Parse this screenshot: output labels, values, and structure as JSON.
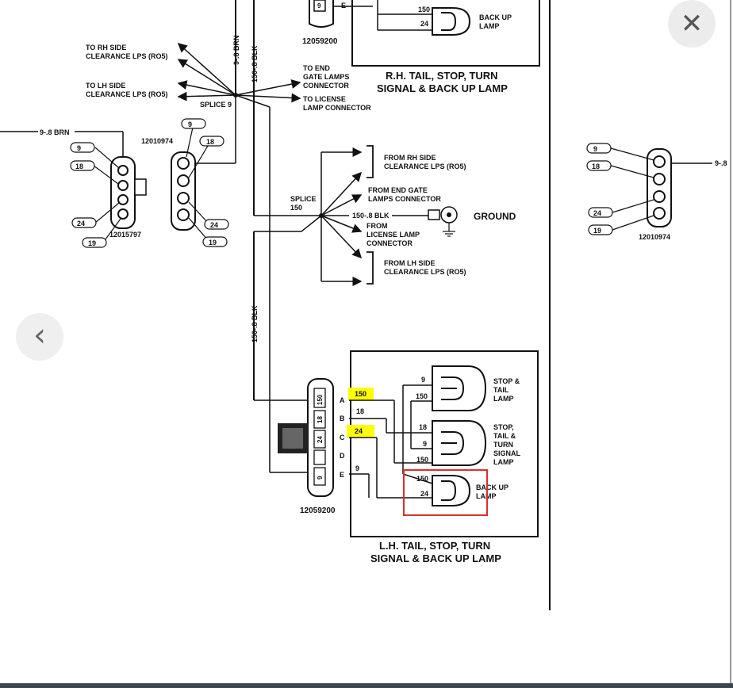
{
  "ui": {
    "close_glyph": "✕",
    "prev_glyph": "‹"
  },
  "rh": {
    "connector_top_pin": "9",
    "connector_top_letter": "E",
    "connector_part": "12059200",
    "backup_lamp_wire_top": "150",
    "backup_lamp_wire_bottom": "24",
    "backup_lamp_label": [
      "BACK UP",
      "LAMP"
    ],
    "title": [
      "R.H. TAIL, STOP, TURN",
      "SIGNAL & BACK UP LAMP"
    ]
  },
  "harness": {
    "brn_wire_vertical": "9-.8 BRN",
    "blk_wire_vertical": "150-.8 BLK",
    "to_rh_side": [
      "TO RH SIDE",
      "CLEARANCE LPS (RO5)"
    ],
    "to_lh_side": [
      "TO LH SIDE",
      "CLEARANCE LPS (RO5)"
    ],
    "splice_9": "SPLICE 9",
    "to_end_gate": [
      "TO END",
      "GATE LAMPS",
      "CONNECTOR"
    ],
    "to_license": [
      "TO LICENSE",
      "LAMP CONNECTOR"
    ],
    "brn_wire_left": "9-.8 BRN",
    "blk_wire_lower": "150-.8 BLK"
  },
  "left_connectors": {
    "part_a": "12015797",
    "part_b": "12010974",
    "pins_a": [
      "9",
      "18",
      "24",
      "19"
    ],
    "pins_b": [
      "9",
      "18",
      "24",
      "19"
    ]
  },
  "ground_block": {
    "splice_150": [
      "SPLICE",
      "150"
    ],
    "from_rh_side": [
      "FROM RH SIDE",
      "CLEARANCE LPS (RO5)"
    ],
    "from_end_gate": [
      "FROM END GATE",
      "LAMPS CONNECTOR"
    ],
    "ground_wire": "150-.8 BLK",
    "ground_label": "GROUND",
    "from_license": [
      "FROM",
      "LICENSE LAMP",
      "CONNECTOR"
    ],
    "from_lh_side": [
      "FROM LH SIDE",
      "CLEARANCE LPS (RO5)"
    ]
  },
  "right_connector": {
    "pins": [
      "9",
      "18",
      "24",
      "19"
    ],
    "wire": "9-.8",
    "part": "12010974"
  },
  "lh": {
    "connector_pins": [
      "150",
      "18",
      "24",
      "9"
    ],
    "connector_letters": [
      "A",
      "B",
      "C",
      "D",
      "E"
    ],
    "wire_a": "150",
    "wire_b": "18",
    "wire_c": "24",
    "wire_e": "9",
    "stop_tail_wires": [
      "9",
      "150"
    ],
    "stop_tail_label": [
      "STOP &",
      "TAIL",
      "LAMP"
    ],
    "turn_wires": [
      "18",
      "9",
      "150"
    ],
    "turn_label": [
      "STOP,",
      "TAIL &",
      "TURN",
      "SIGNAL",
      "LAMP"
    ],
    "backup_wires": [
      "150",
      "24"
    ],
    "backup_label": [
      "BACK UP",
      "LAMP"
    ],
    "connector_part": "12059200",
    "title": [
      "L.H. TAIL, STOP, TURN",
      "SIGNAL & BACK UP LAMP"
    ]
  },
  "highlight_color": "#ffff00",
  "callout_color": "#d9302c"
}
